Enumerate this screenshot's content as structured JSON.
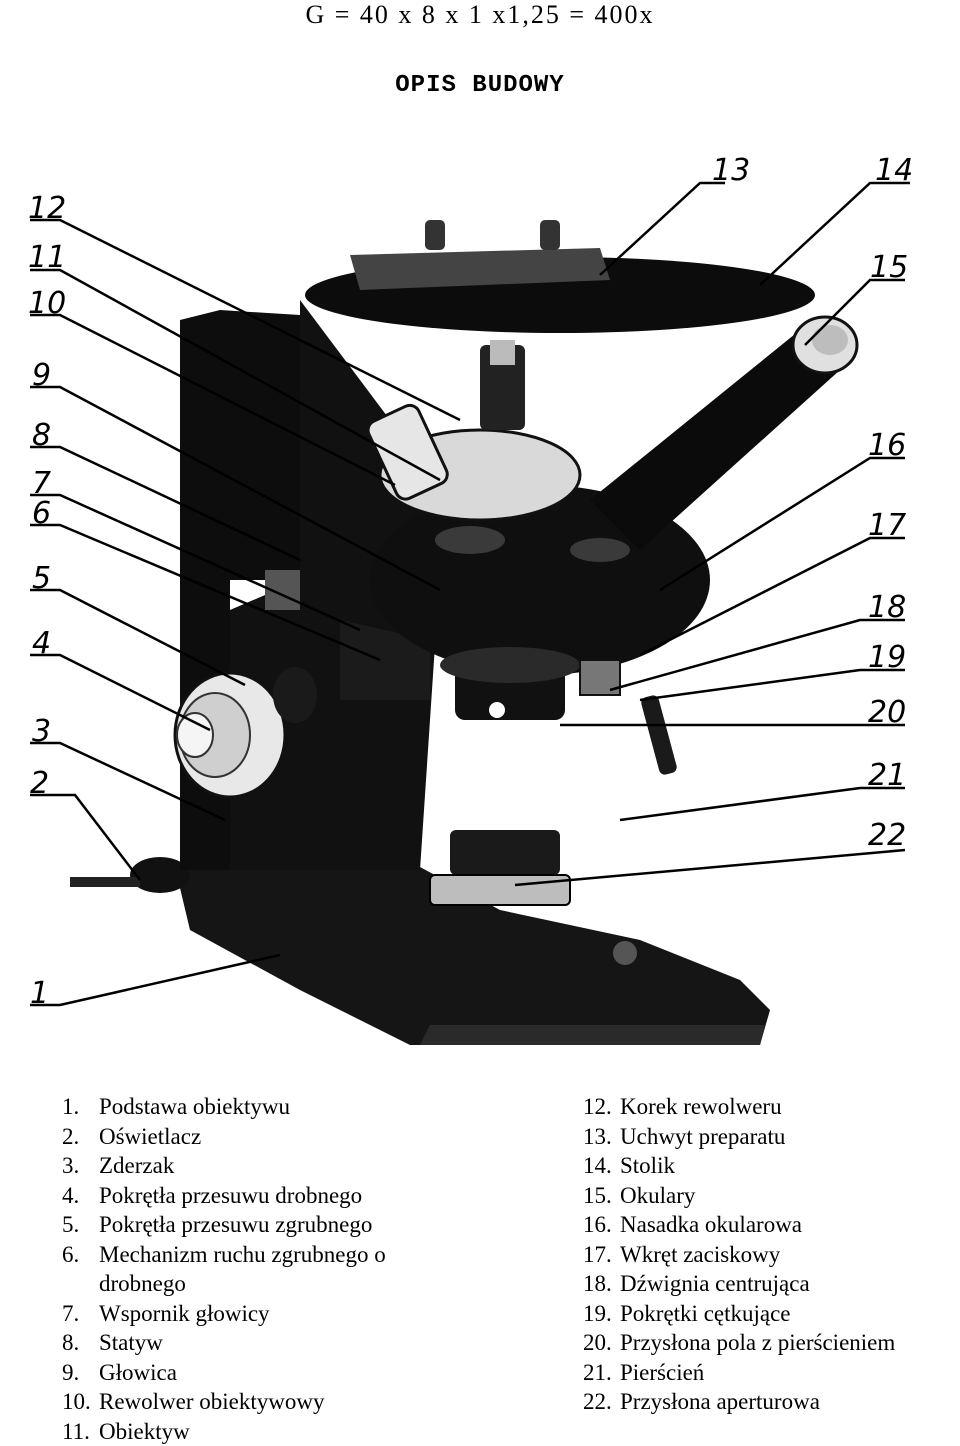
{
  "formula": "G = 40 x 8 x 1 x1,25 = 400x",
  "heading": "OPIS BUDOWY",
  "callout_numbers": [
    "1",
    "2",
    "3",
    "4",
    "5",
    "6",
    "7",
    "8",
    "9",
    "10",
    "11",
    "12",
    "13",
    "14",
    "15",
    "16",
    "17",
    "18",
    "19",
    "20",
    "21",
    "22"
  ],
  "legend_left": [
    {
      "n": "1.",
      "text": "Podstawa obiektywu"
    },
    {
      "n": "2.",
      "text": "Oświetlacz"
    },
    {
      "n": "3.",
      "text": "Zderzak"
    },
    {
      "n": "4.",
      "text": "Pokrętła przesuwu drobnego"
    },
    {
      "n": "5.",
      "text": "Pokrętła przesuwu zgrubnego"
    },
    {
      "n": "6.",
      "text": "Mechanizm ruchu zgrubnego o drobnego"
    },
    {
      "n": "7.",
      "text": "Wspornik głowicy"
    },
    {
      "n": "8.",
      "text": "Statyw"
    },
    {
      "n": "9.",
      "text": "Głowica"
    },
    {
      "n": "10.",
      "text": "Rewolwer obiektywowy"
    },
    {
      "n": "11.",
      "text": "Obiektyw"
    }
  ],
  "legend_right": [
    {
      "n": "12.",
      "text": "Korek rewolweru"
    },
    {
      "n": "13.",
      "text": "Uchwyt preparatu"
    },
    {
      "n": "14.",
      "text": "Stolik"
    },
    {
      "n": "15.",
      "text": "Okulary"
    },
    {
      "n": "16.",
      "text": "Nasadka okularowa"
    },
    {
      "n": "17.",
      "text": "Wkręt zaciskowy"
    },
    {
      "n": "18.",
      "text": "Dźwignia centrująca"
    },
    {
      "n": "19.",
      "text": "Pokrętki cętkujące"
    },
    {
      "n": "20.",
      "text": "Przysłona pola z pierścieniem"
    },
    {
      "n": "21.",
      "text": "Pierścień"
    },
    {
      "n": "22.",
      "text": "Przysłona aperturowa"
    }
  ]
}
